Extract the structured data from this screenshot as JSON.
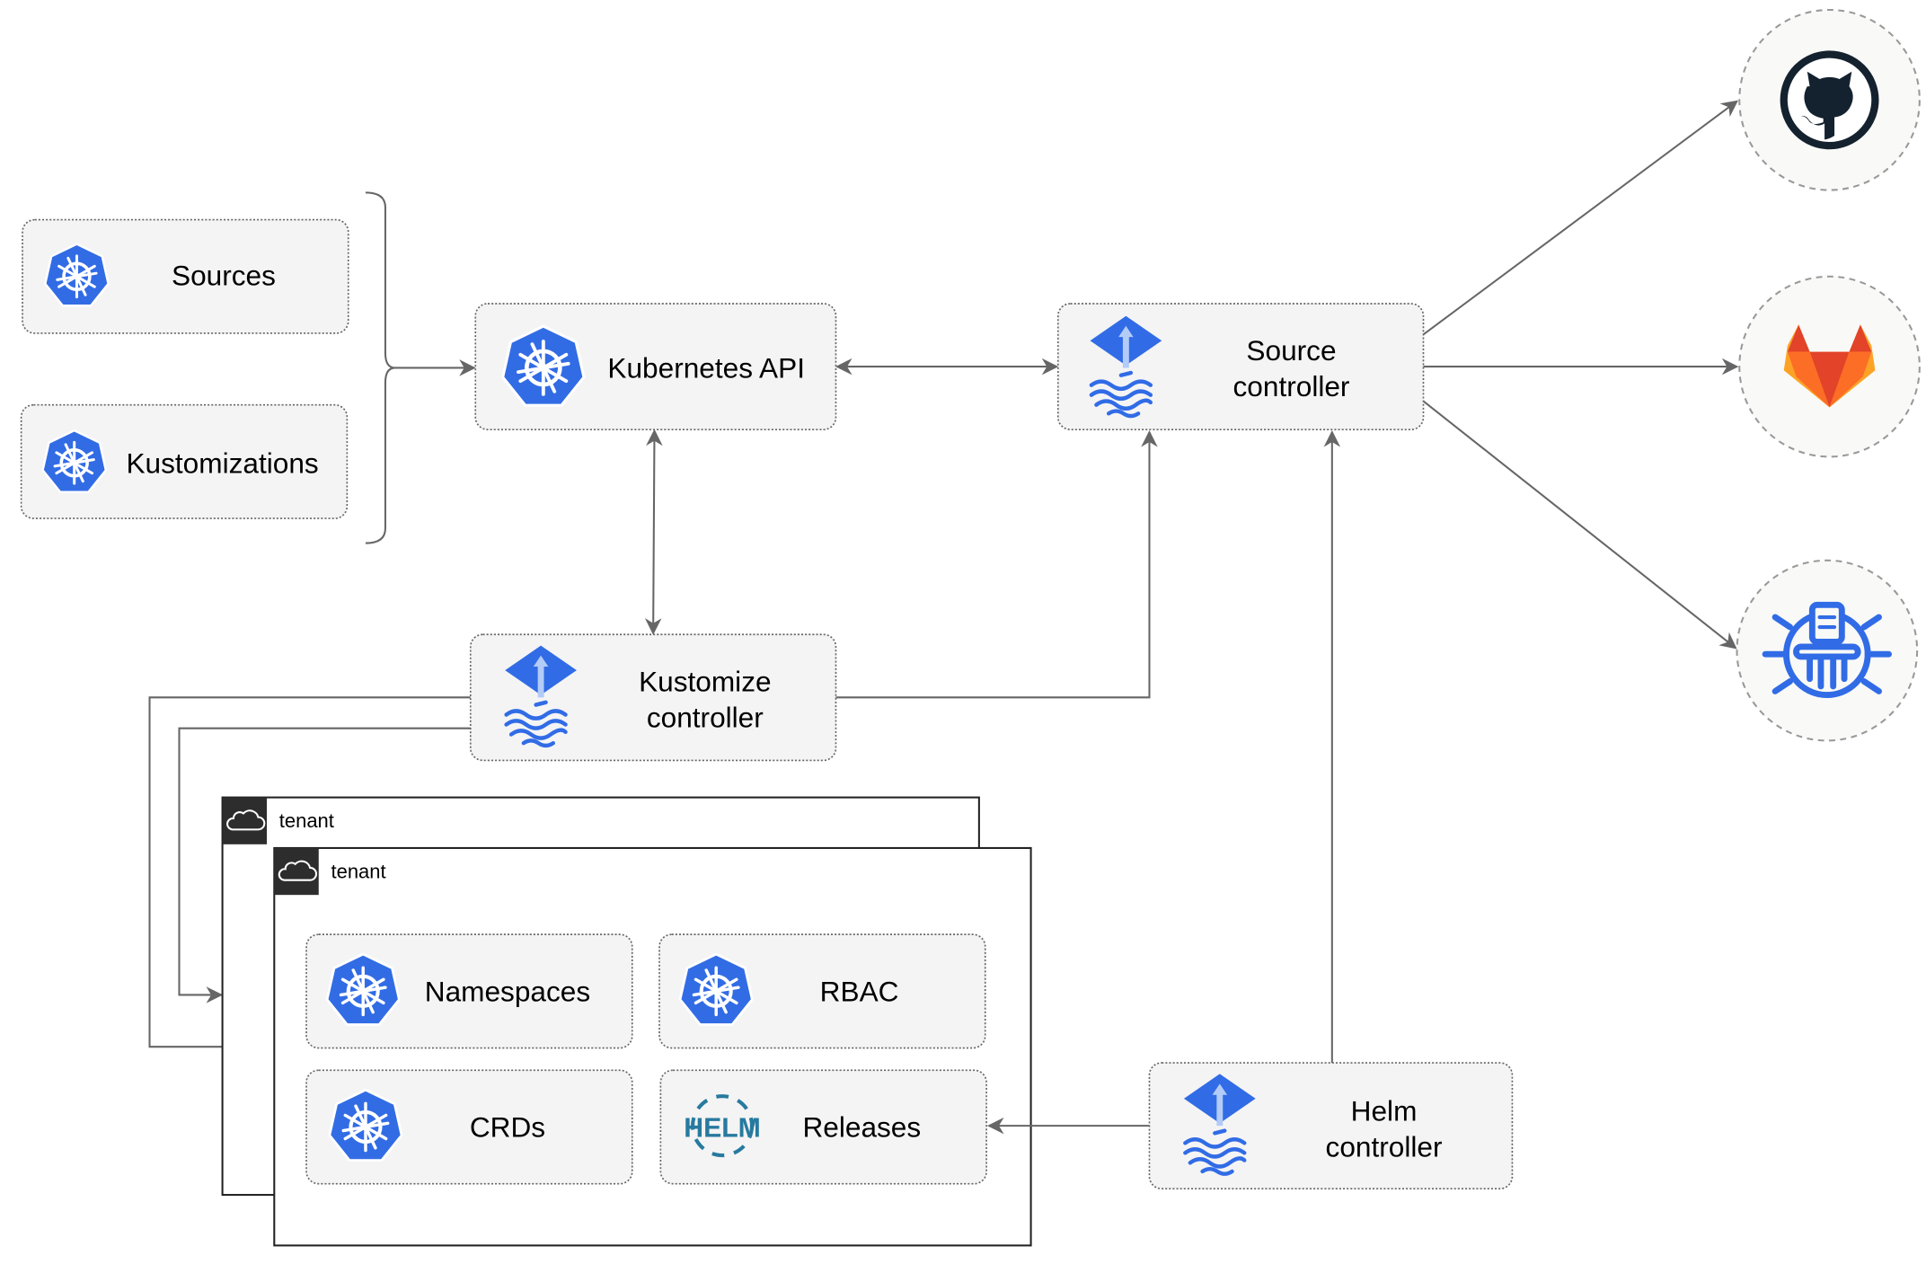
{
  "nodes": {
    "sources": "Sources",
    "kustomizations": "Kustomizations",
    "kubernetes_api": "Kubernetes API",
    "source_controller": [
      "Source",
      "controller"
    ],
    "kustomize_controller": [
      "Kustomize",
      "controller"
    ],
    "helm_controller": [
      "Helm",
      "controller"
    ],
    "namespaces": "Namespaces",
    "rbac": "RBAC",
    "crds": "CRDs",
    "releases": "Releases"
  },
  "tenants": [
    "tenant",
    "tenant"
  ],
  "helm_logo_text": "HELM",
  "external_sources": [
    "github-icon",
    "gitlab-icon",
    "helm-repository-icon"
  ],
  "colors": {
    "kubernetes_blue": "#326ce5",
    "flux_blue": "#316ce6",
    "gitlab_orange": "#e24329",
    "gitlab_light": "#fca326",
    "github_dark": "#14212e",
    "helm_blue": "#277a9f",
    "edge": "#666666"
  }
}
